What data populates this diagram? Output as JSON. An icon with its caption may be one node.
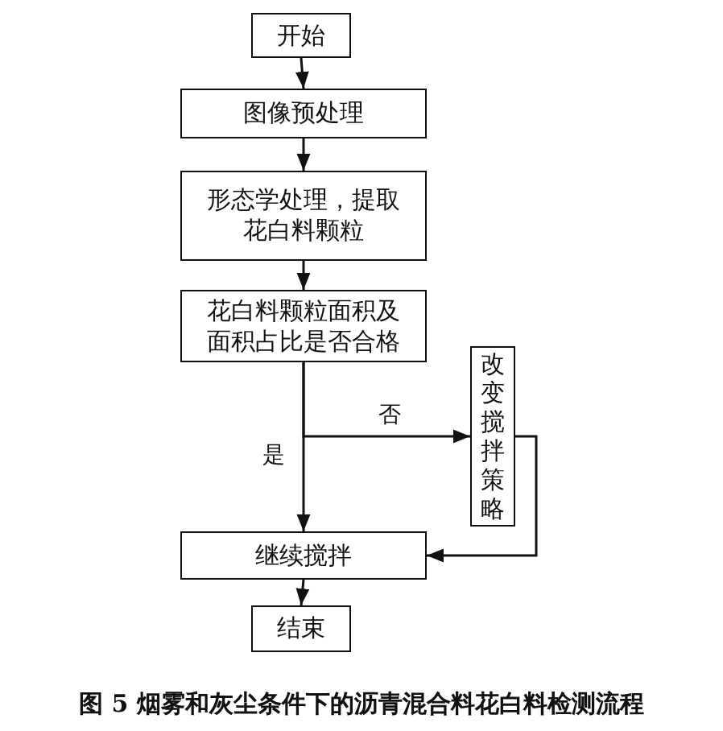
{
  "diagram": {
    "caption": "图 5 烟雾和灰尘条件下的沥青混合料花白料检测流程",
    "nodes": [
      {
        "text": [
          "开始"
        ]
      },
      {
        "text": [
          "图像预处理"
        ]
      },
      {
        "text": [
          "形态学处理，提取花白料颗粒"
        ]
      },
      {
        "text": [
          "花白料颗粒面积及面积占比是否合格"
        ]
      },
      {
        "text": [
          "改变搅拌策略"
        ]
      },
      {
        "text": [
          "继续搅拌"
        ]
      },
      {
        "text": [
          "结束"
        ]
      }
    ],
    "edges": [
      {
        "from": 0,
        "to": 1,
        "arrow": "to"
      },
      {
        "from": 1,
        "to": 2,
        "arrow": "to"
      },
      {
        "from": 2,
        "to": 3,
        "arrow": "to"
      },
      {
        "from": 3,
        "to": 5,
        "arrow": "to",
        "label": "是"
      },
      {
        "from": 3,
        "to": 4,
        "arrow": "to",
        "label": "否"
      },
      {
        "from": 4,
        "to": 5,
        "arrow": "to"
      },
      {
        "from": 5,
        "to": 6,
        "arrow": "to"
      }
    ]
  }
}
